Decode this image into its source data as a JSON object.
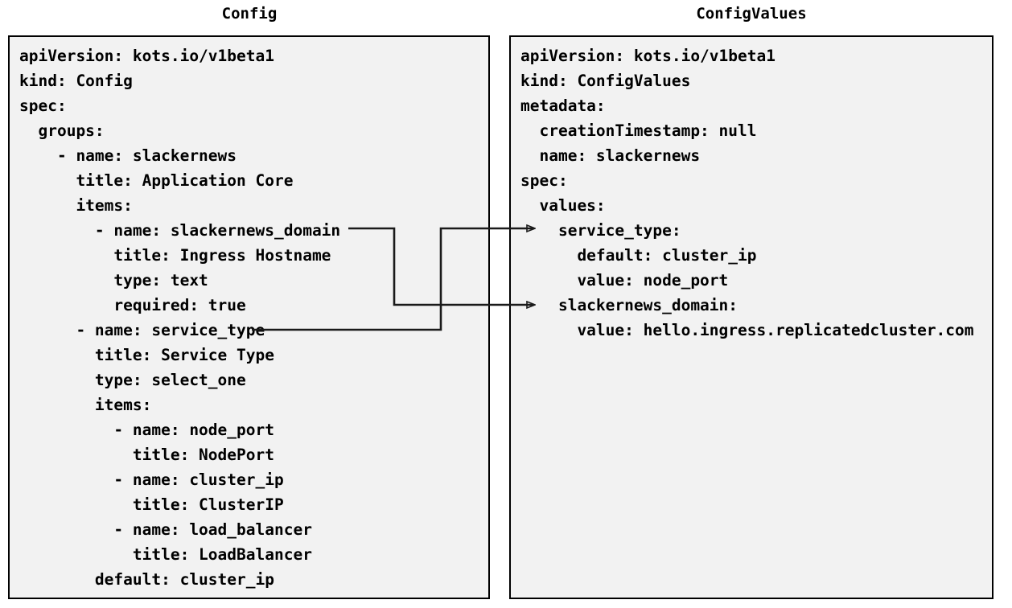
{
  "diagram": {
    "title_left": "Config",
    "title_right": "ConfigValues",
    "background": "#ffffff",
    "panel_fill": "#f2f2f2",
    "panel_border": "#000000",
    "wire_color": "#1a1a1a"
  },
  "config_panel": {
    "title": "Config",
    "lines": [
      "apiVersion: kots.io/v1beta1",
      "kind: Config",
      "spec:",
      "  groups:",
      "    - name: slackernews",
      "      title: Application Core",
      "      items:",
      "        - name: slackernews_domain",
      "          title: Ingress Hostname",
      "          type: text",
      "          required: true",
      "      - name: service_type",
      "        title: Service Type",
      "        type: select_one",
      "        items:",
      "          - name: node_port",
      "            title: NodePort",
      "          - name: cluster_ip",
      "            title: ClusterIP",
      "          - name: load_balancer",
      "            title: LoadBalancer",
      "        default: cluster_ip"
    ],
    "text": "apiVersion: kots.io/v1beta1\nkind: Config\nspec:\n  groups:\n    - name: slackernews\n      title: Application Core\n      items:\n        - name: slackernews_domain\n          title: Ingress Hostname\n          type: text\n          required: true\n      - name: service_type\n        title: Service Type\n        type: select_one\n        items:\n          - name: node_port\n            title: NodePort\n          - name: cluster_ip\n            title: ClusterIP\n          - name: load_balancer\n            title: LoadBalancer\n        default: cluster_ip"
  },
  "configvalues_panel": {
    "title": "ConfigValues",
    "lines": [
      "apiVersion: kots.io/v1beta1",
      "kind: ConfigValues",
      "metadata:",
      "  creationTimestamp: null",
      "  name: slackernews",
      "spec:",
      "  values:",
      "    service_type:",
      "      default: cluster_ip",
      "      value: node_port",
      "    slackernews_domain:",
      "      value: hello.ingress.replicatedcluster.com"
    ],
    "text": "apiVersion: kots.io/v1beta1\nkind: ConfigValues\nmetadata:\n  creationTimestamp: null\n  name: slackernews\nspec:\n  values:\n    service_type:\n      default: cluster_ip\n      value: node_port\n    slackernews_domain:\n      value: hello.ingress.replicatedcluster.com"
  },
  "connectors": [
    {
      "id": "slackernews-domain-link",
      "from": "slackernews_domain",
      "to": "slackernews_domain:",
      "arrowhead": "open-triangle"
    },
    {
      "id": "service-type-link",
      "from": "service_type",
      "to": "service_type:",
      "arrowhead": "open-triangle"
    }
  ]
}
